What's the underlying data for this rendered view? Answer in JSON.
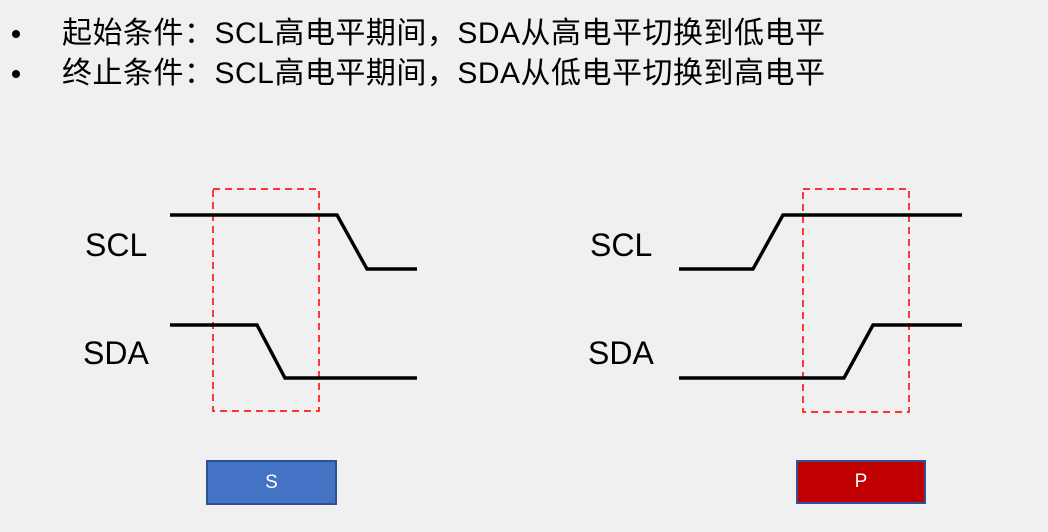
{
  "bullets": [
    {
      "text": "起始条件：SCL高电平期间，SDA从高电平切换到低电平"
    },
    {
      "text": "终止条件：SCL高电平期间，SDA从低电平切换到高电平"
    }
  ],
  "diagrams": {
    "start": {
      "scl_label": "SCL",
      "sda_label": "SDA",
      "badge_label": "S",
      "scl_points": "170,215 337,215 367,269 417,269",
      "sda_points": "170,325 257,325 285,378 417,378",
      "box_points": "213,189 319,189 319,411 213,411"
    },
    "stop": {
      "scl_label": "SCL",
      "sda_label": "SDA",
      "badge_label": "P",
      "scl_points": "679,269 753,269 783,215 962,215",
      "sda_points": "679,378 844,378 873,325 962,325",
      "box_points": "803,189 909,189 909,412 803,412"
    }
  },
  "colors": {
    "background": "#F0F0F0",
    "text": "#000000",
    "line": "#000000",
    "highlight": "#FF1A1A",
    "start_badge_fill": "#4472C4",
    "start_badge_border": "#2F528F",
    "stop_badge_fill": "#C00000",
    "stop_badge_border": "#2E5496",
    "badge_text": "#FFFFFF"
  }
}
